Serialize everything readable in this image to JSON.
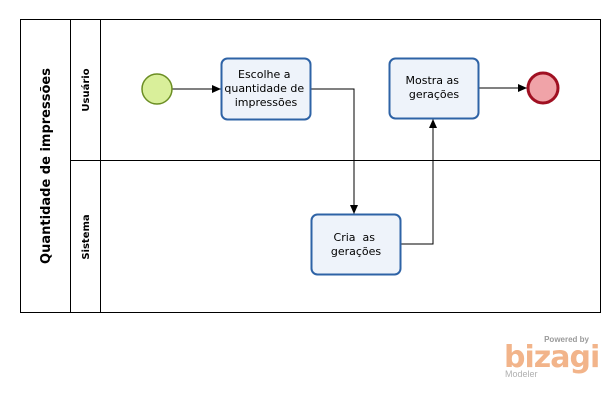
{
  "pool": {
    "title": "Quantidade de impressões"
  },
  "lanes": [
    {
      "label": "Usuário"
    },
    {
      "label": "Sistema"
    }
  ],
  "tasks": [
    {
      "id": "t1",
      "lines": [
        "Escolhe a",
        "quantidade de",
        "impressões"
      ]
    },
    {
      "id": "t2",
      "lines": [
        "Cria  as",
        "gerações"
      ]
    },
    {
      "id": "t3",
      "lines": [
        "Mostra as",
        "gerações"
      ]
    }
  ],
  "events": {
    "start": {
      "color": "#d9ef9a",
      "stroke": "#6b8e23"
    },
    "end": {
      "color": "#f0a3a8",
      "stroke": "#a01022"
    }
  },
  "task_style": {
    "fill": "#eef3fa",
    "stroke": "#2e63a6"
  },
  "branding": {
    "powered_by": "Powered by",
    "logo": "bizagi",
    "product": "Modeler",
    "logo_color": "#f2b48a"
  }
}
